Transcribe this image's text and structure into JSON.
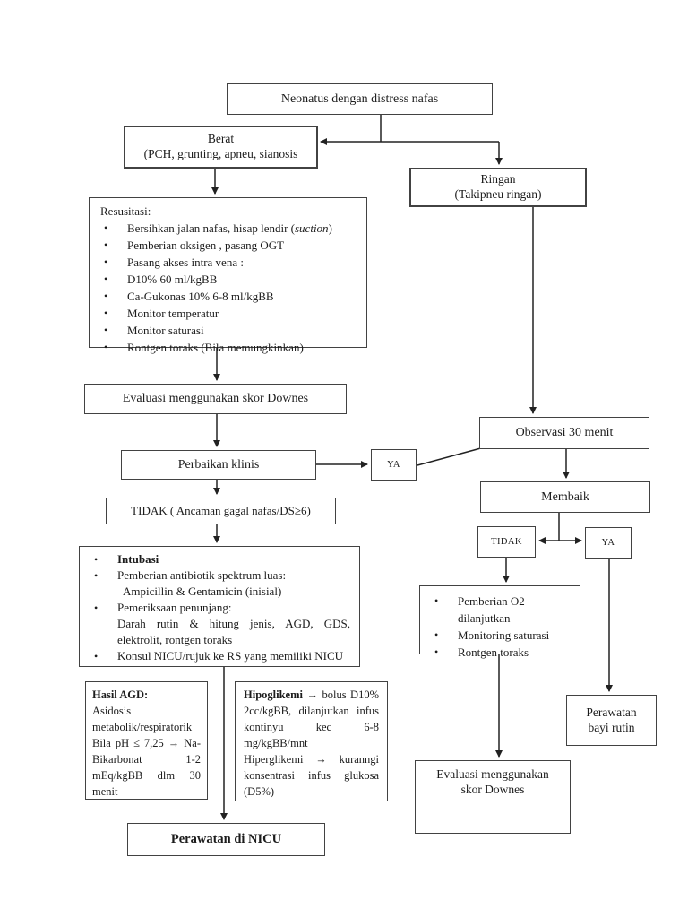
{
  "glyphs": {
    "bullet": "•"
  },
  "nodes": {
    "neonatus": {
      "label": "Neonatus dengan distress nafas"
    },
    "berat": {
      "line1": "Berat",
      "line2": "(PCH, grunting, apneu, sianosis"
    },
    "ringan": {
      "line1": "Ringan",
      "line2": "(Takipneu ringan)"
    },
    "resusitasi": {
      "title": "Resusitasi:",
      "bullet1_pre": "Bersihkan jalan nafas, hisap lendir (",
      "bullet1_italic": "suction",
      "bullet1_post": ")",
      "bullet2": "Pemberian oksigen , pasang OGT",
      "bullet3": "Pasang akses intra vena :",
      "bullet4": "D10% 60 ml/kgBB",
      "bullet5": "Ca-Gukonas 10% 6-8 ml/kgBB",
      "bullet6": "Monitor temperatur",
      "bullet7": "Monitor saturasi",
      "bullet8": "Rontgen toraks (Bila memungkinkan)"
    },
    "evaluasi_downes_1": {
      "label": "Evaluasi menggunakan skor Downes"
    },
    "perbaikan_klinis": {
      "label": "Perbaikan klinis"
    },
    "ya_1": {
      "label": "YA"
    },
    "tidak_ancaman": {
      "label": "TIDAK ( Ancaman gagal nafas/DS≥6)"
    },
    "intubasi": {
      "bullet1": "Intubasi",
      "bullet2": "Pemberian antibiotik spektrum luas:",
      "bullet2_sub": "Ampicillin & Gentamicin (inisial)",
      "bullet3": "Pemeriksaan penunjang:",
      "bullet3_sub": "Darah rutin & hitung jenis, AGD, GDS, elektrolit, rontgen toraks",
      "bullet4": "Konsul NICU/rujuk ke RS yang memiliki NICU"
    },
    "hasil_agd": {
      "title": "Hasil AGD:",
      "line1": "Asidosis metabolik/respiratorik",
      "line2": "Bila pH ≤ 7,25 → Na-Bikarbonat 1-2 mEq/kgBB dlm 30 menit"
    },
    "hipoglikemi": {
      "lead1": "Hipoglikemi",
      "rest1": " → bolus D10% 2cc/kgBB, dilanjutkan infus kontinyu kec 6-8 mg/kgBB/mnt",
      "line2": "Hiperglikemi → kuranngi konsentrasi infus glukosa (D5%)"
    },
    "perawatan_nicu": {
      "label": "Perawatan di NICU"
    },
    "observasi": {
      "label": "Observasi 30 menit"
    },
    "membaik": {
      "label": "Membaik"
    },
    "tidak_2": {
      "label": "TIDAK"
    },
    "ya_2": {
      "label": "YA"
    },
    "pemberian_o2": {
      "bullet1": "Pemberian O2 dilanjutkan",
      "bullet2": "Monitoring saturasi",
      "bullet3": "Rontgen toraks"
    },
    "perawatan_bayi": {
      "line1": "Perawatan",
      "line2": "bayi rutin"
    },
    "evaluasi_downes_2": {
      "line1": "Evaluasi menggunakan",
      "line2": "skor Downes"
    }
  }
}
